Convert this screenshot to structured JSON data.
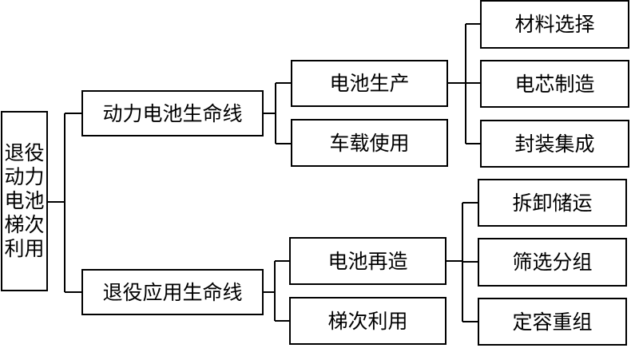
{
  "diagram": {
    "root": {
      "lines": [
        "退役",
        "动力",
        "电池",
        "梯次",
        "利用"
      ]
    },
    "branches": [
      {
        "label": "动力电池生命线",
        "children": [
          {
            "label": "电池生产",
            "children": [
              "材料选择",
              "电芯制造",
              "封装集成"
            ]
          },
          {
            "label": "车载使用",
            "children": []
          }
        ]
      },
      {
        "label": "退役应用生命线",
        "children": [
          {
            "label": "电池再造",
            "children": [
              "拆卸储运",
              "筛选分组",
              "定容重组"
            ]
          },
          {
            "label": "梯次利用",
            "children": []
          }
        ]
      }
    ]
  },
  "colors": {
    "line": "#000000",
    "background": "#ffffff"
  }
}
